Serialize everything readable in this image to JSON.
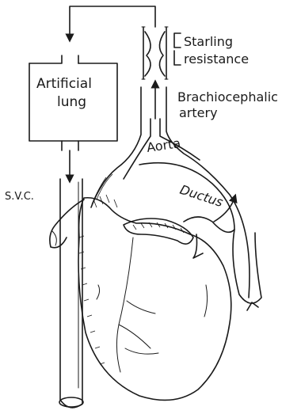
{
  "labels": {
    "starling_line1": "Starling",
    "starling_line2": "resistance",
    "artificial_line1": "Artificial",
    "artificial_line2": "lung",
    "brachio_line1": "Brachiocephalic",
    "brachio_line2": "artery",
    "aorta": "Aorta",
    "ductus": "Ductus",
    "svc": "S.V.C."
  },
  "colors": {
    "ink": "#1a1a1a",
    "background": "#ffffff"
  }
}
